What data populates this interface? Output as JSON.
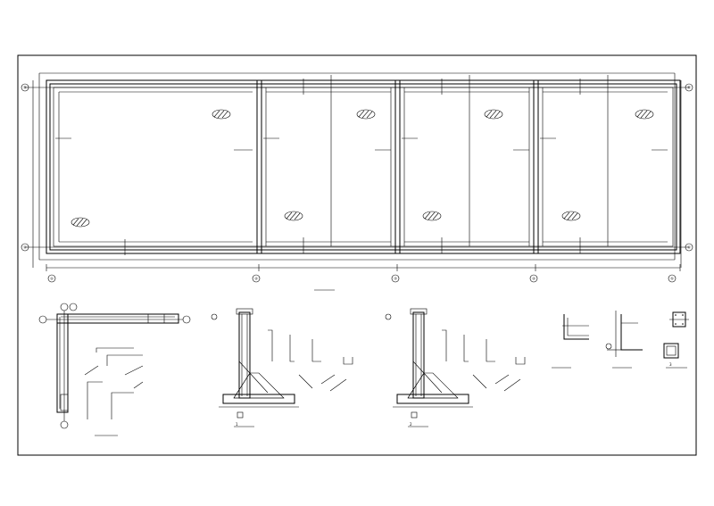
{
  "sheet": {
    "plan_axes_top": [
      "①",
      "②",
      "③",
      "④",
      "⑤"
    ],
    "plan_axes_side": [
      "Ⓐ",
      "Ⓑ"
    ],
    "section_a_marker": "1",
    "section_b_marker": "2",
    "detail_marker": "3"
  }
}
